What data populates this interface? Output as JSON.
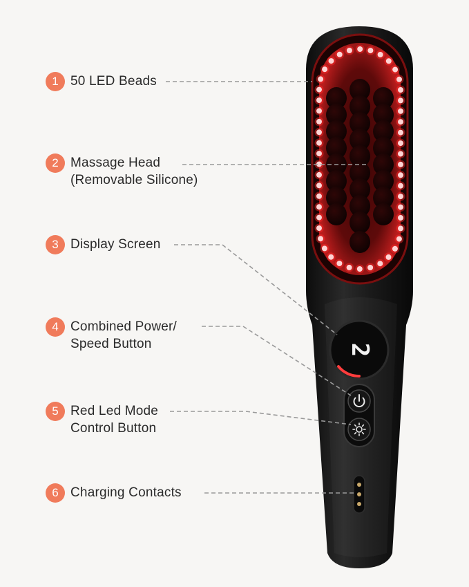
{
  "colors": {
    "background": "#f7f6f4",
    "badge": "#f07b5b",
    "text": "#2a2a2a",
    "leader": "#9a9a9a",
    "led": "#ff5a5a",
    "device": "#141414"
  },
  "callouts": [
    {
      "number": "1",
      "lines": [
        "50 LED Beads"
      ]
    },
    {
      "number": "2",
      "lines": [
        "Massage Head",
        "(Removable Silicone)"
      ]
    },
    {
      "number": "3",
      "lines": [
        "Display Screen"
      ]
    },
    {
      "number": "4",
      "lines": [
        "Combined Power/",
        "Speed Button"
      ]
    },
    {
      "number": "5",
      "lines": [
        "Red Led Mode",
        "Control Button"
      ]
    },
    {
      "number": "6",
      "lines": [
        "Charging Contacts"
      ]
    }
  ],
  "device": {
    "display_value": "2",
    "power_icon": "power-icon",
    "mode_icon": "sun-icon",
    "led_count": 50
  }
}
